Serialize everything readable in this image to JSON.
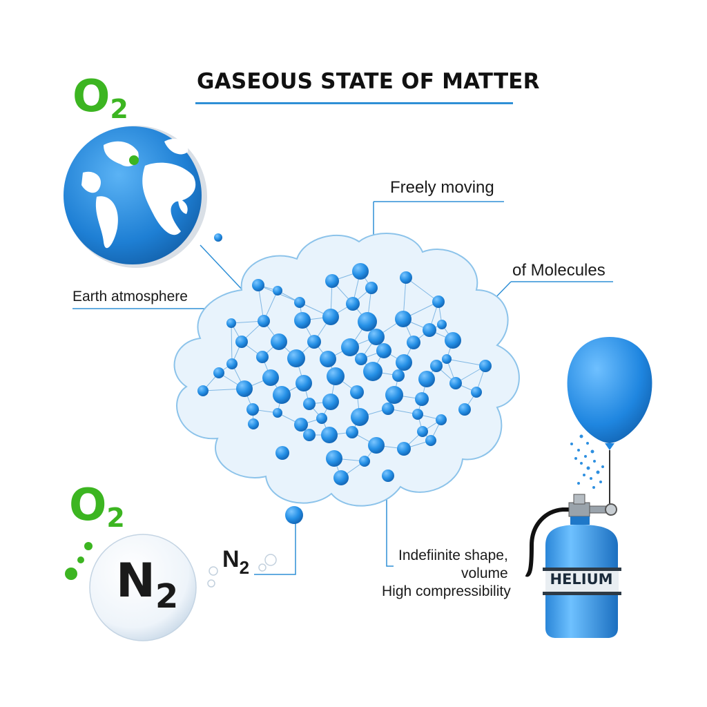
{
  "title": "GASEOUS STATE OF MATTER",
  "labels": {
    "freely_moving": "Freely moving",
    "of_molecules": "of Molecules",
    "earth_atmosphere": "Earth atmosphere",
    "indefinite_shape": "Indefiinite shape,",
    "volume": "volume",
    "high_compressibility": "High compressibility"
  },
  "formulas": {
    "o2_top": {
      "base": "O",
      "sub": "2"
    },
    "o2_bottom": {
      "base": "O",
      "sub": "2"
    },
    "n2_ball": {
      "base": "N",
      "sub": "2"
    },
    "n2_small": {
      "base": "N",
      "sub": "2"
    }
  },
  "cylinder_label": "HELIUM",
  "colors": {
    "accent_blue": "#2e8fd6",
    "molecule_blue": "#1f8be0",
    "oxygen_green": "#3cb521",
    "cloud_fill": "#e6f2fb",
    "cloud_stroke": "#6fb3e3"
  },
  "icons": [
    "earth-globe-icon",
    "gas-cloud-icon",
    "balloon-icon",
    "gas-cylinder-icon",
    "nitrogen-bubble-icon"
  ]
}
